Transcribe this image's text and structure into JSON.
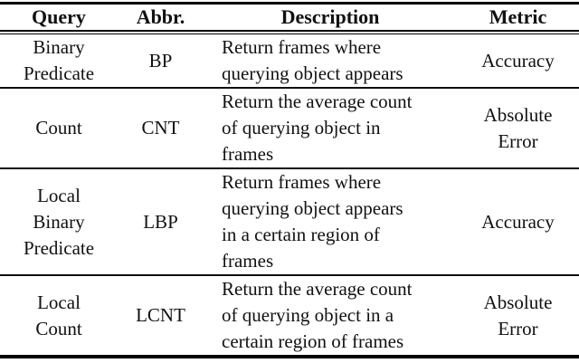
{
  "colors": {
    "background": "#ffffff",
    "text": "#111111",
    "rule": "#000000"
  },
  "table": {
    "columns": [
      "Query",
      "Abbr.",
      "Description",
      "Metric"
    ],
    "rows": [
      {
        "query": "Binary\nPredicate",
        "abbr": "BP",
        "description": "Return frames where\nquerying object appears",
        "metric": "Accuracy"
      },
      {
        "query": "Count",
        "abbr": "CNT",
        "description": "Return the average count\nof querying object in\nframes",
        "metric": "Absolute\nError"
      },
      {
        "query": "Local\nBinary\nPredicate",
        "abbr": "LBP",
        "description": "Return frames where\nquerying object appears\nin a certain region of\nframes",
        "metric": "Accuracy"
      },
      {
        "query": "Local\nCount",
        "abbr": "LCNT",
        "description": "Return the average count\nof querying object in a\ncertain region of frames",
        "metric": "Absolute\nError"
      }
    ]
  }
}
